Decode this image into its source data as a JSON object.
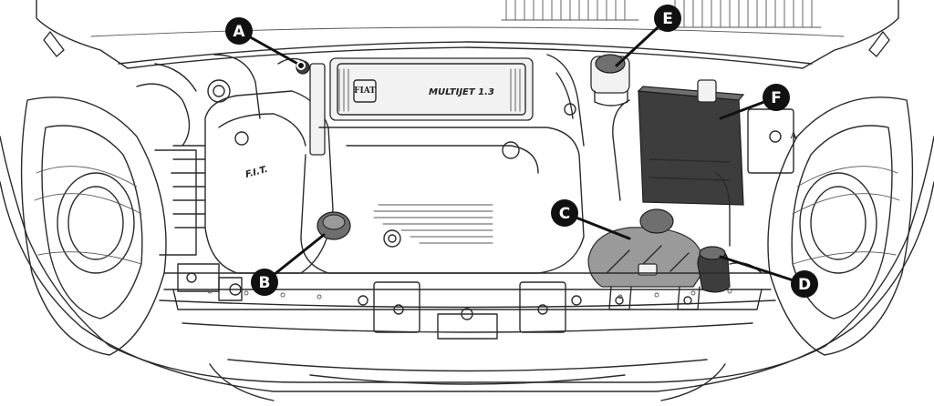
{
  "diagram": {
    "engine_cover_label": "MULTIJET 1.3",
    "logo_label": "FIAT",
    "callouts": [
      {
        "id": "A",
        "label": "A"
      },
      {
        "id": "B",
        "label": "B"
      },
      {
        "id": "C",
        "label": "C"
      },
      {
        "id": "D",
        "label": "D"
      },
      {
        "id": "E",
        "label": "E"
      },
      {
        "id": "F",
        "label": "F"
      }
    ]
  },
  "colors": {
    "line": "#2b2b2b",
    "callout": "#111111",
    "background": "#ffffff"
  }
}
